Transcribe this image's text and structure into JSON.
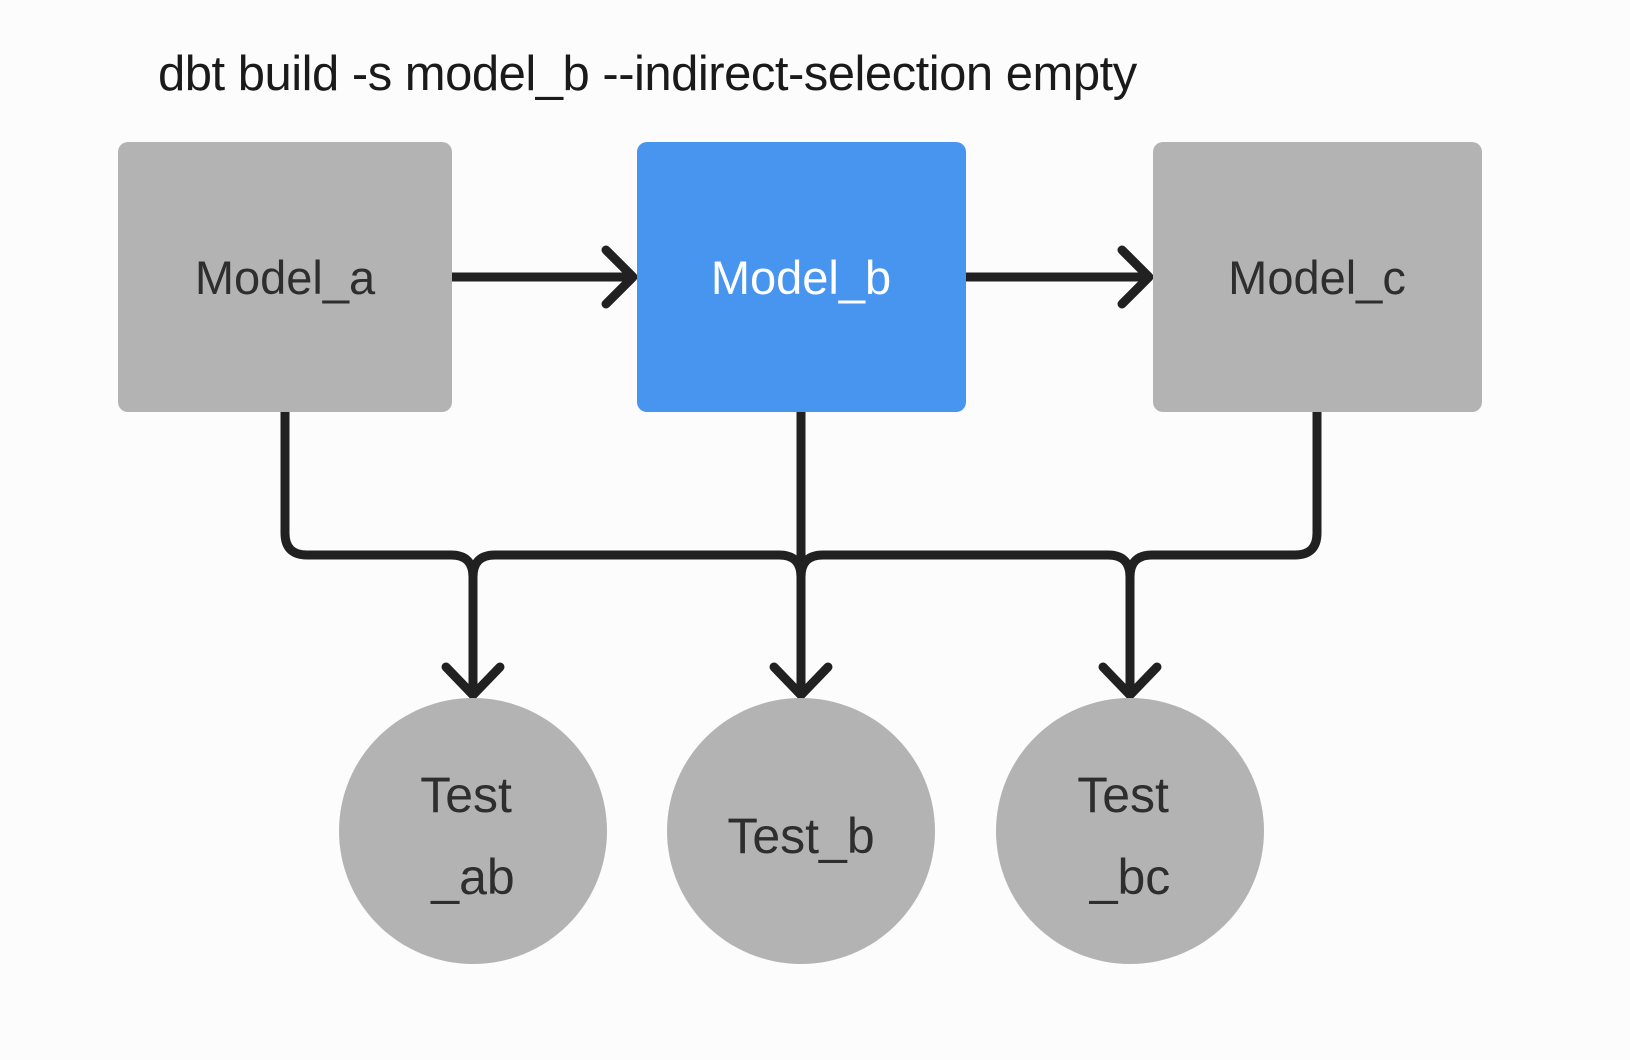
{
  "title": "dbt build -s model_b --indirect-selection empty",
  "colors": {
    "background": "#fcfcfc",
    "node_gray": "#b3b3b3",
    "selected_blue": "#4795ef",
    "edge": "#212121",
    "label_dark": "#2e2e2e",
    "label_light": "#ffffff"
  },
  "diagram": {
    "models": [
      {
        "id": "model_a",
        "label": "Model_a",
        "selected": false
      },
      {
        "id": "model_b",
        "label": "Model_b",
        "selected": true
      },
      {
        "id": "model_c",
        "label": "Model_c",
        "selected": false
      }
    ],
    "tests": [
      {
        "id": "test_ab",
        "label": "Test _ab",
        "lines": [
          "Test",
          "_ab"
        ]
      },
      {
        "id": "test_b",
        "label": "Test_b",
        "lines": [
          "Test_b"
        ]
      },
      {
        "id": "test_bc",
        "label": "Test _bc",
        "lines": [
          "Test",
          "_bc"
        ]
      }
    ],
    "edges": [
      {
        "from": "model_a",
        "to": "model_b"
      },
      {
        "from": "model_b",
        "to": "model_c"
      },
      {
        "from": "model_a",
        "to": "test_ab"
      },
      {
        "from": "model_b",
        "to": "test_ab"
      },
      {
        "from": "model_b",
        "to": "test_b"
      },
      {
        "from": "model_b",
        "to": "test_bc"
      },
      {
        "from": "model_c",
        "to": "test_bc"
      }
    ]
  }
}
